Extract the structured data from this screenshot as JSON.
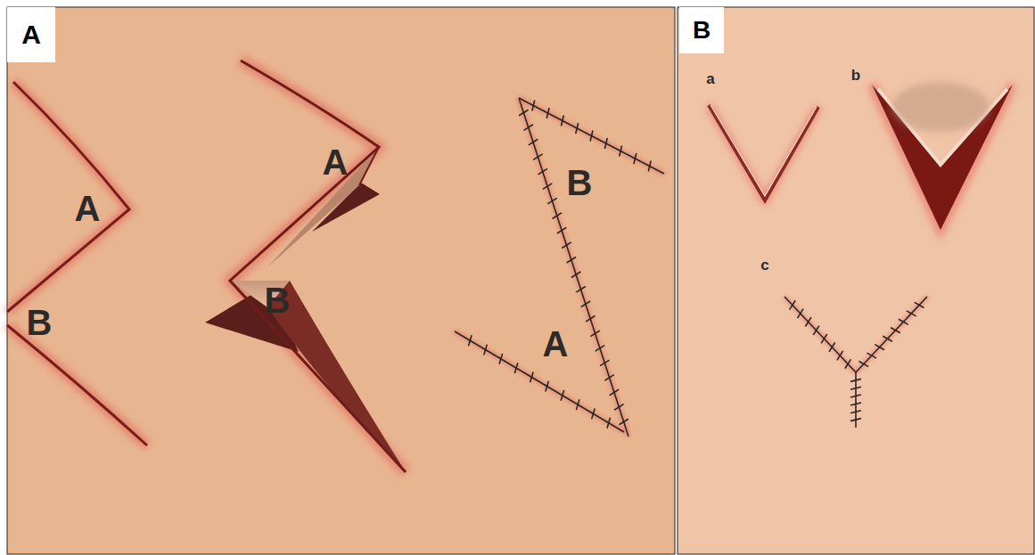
{
  "diagram": {
    "nodes": [
      {
        "text": [
          "A"
        ]
      },
      {
        "text": [
          "B"
        ]
      }
    ],
    "labels": [
      "A",
      "B",
      "A",
      "B",
      "B",
      "A",
      "a",
      "b",
      "c"
    ]
  }
}
